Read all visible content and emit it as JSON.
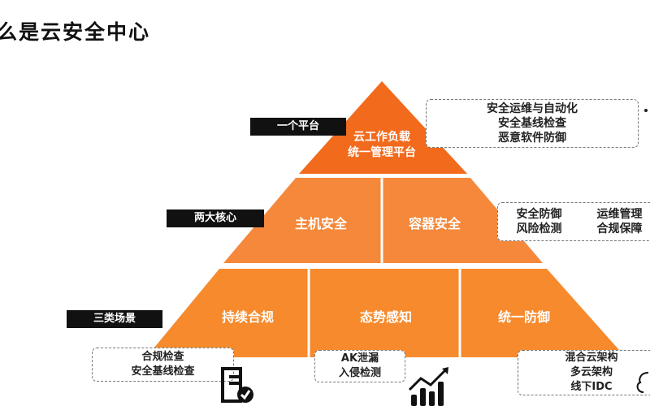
{
  "title": "么是云安全中心",
  "colors": {
    "top": "#f26a1c",
    "middle": "#f5883a",
    "bottom": "#f68a2c",
    "tag": "#111111"
  },
  "tiers": {
    "platform": {
      "tag": "一个平台",
      "line1": "云工作负载",
      "line2": "统一管理平台",
      "features": [
        "安全运维与自动化",
        "安全基线检查",
        "恶意软件防御"
      ]
    },
    "core": {
      "tag": "两大核心",
      "cells": [
        "主机安全",
        "容器安全"
      ],
      "features": [
        "安全防御",
        "运维管理",
        "风险检测",
        "合规保障"
      ]
    },
    "scenes": {
      "tag": "三类场景",
      "cells": [
        "持续合规",
        "态势感知",
        "统一防御"
      ],
      "boxes": [
        [
          "合规检查",
          "安全基线检查"
        ],
        [
          "AK泄漏",
          "入侵检测"
        ],
        [
          "混合云架构",
          "多云架构",
          "线下IDC"
        ]
      ]
    }
  }
}
